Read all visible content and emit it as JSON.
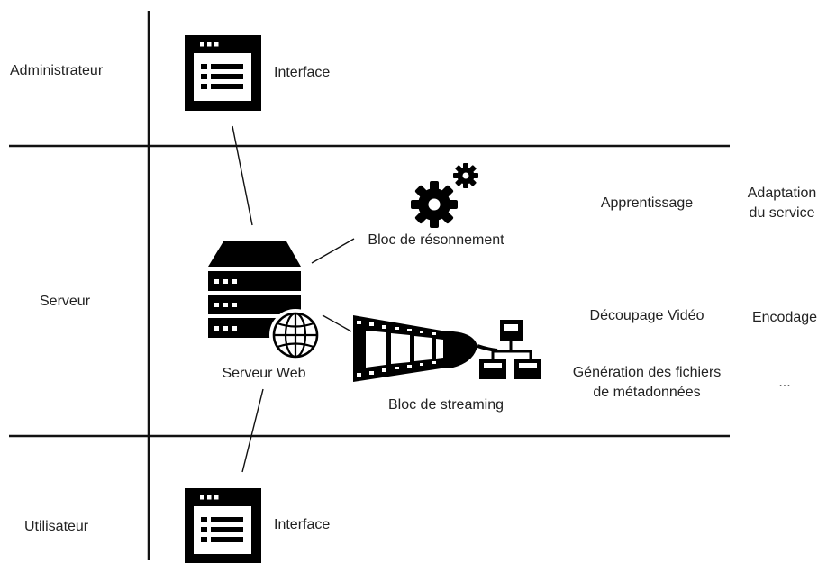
{
  "lanes": {
    "admin": "Administrateur",
    "server": "Serveur",
    "user": "Utilisateur"
  },
  "interfaces": {
    "top": "Interface",
    "bottom": "Interface"
  },
  "blocks": {
    "web_server": "Serveur Web",
    "reasoning": "Bloc de résonnement",
    "streaming": "Bloc de streaming"
  },
  "functions": {
    "learning": "Apprentissage",
    "adaptation_line1": "Adaptation",
    "adaptation_line2": "du service",
    "video_cutting": "Découpage Vidéo",
    "encoding": "Encodage",
    "metadata_line1": "Génération des fichiers",
    "metadata_line2": "de métadonnées",
    "more": "..."
  },
  "icons": [
    "window-interface-icon",
    "gears-icon",
    "server-rack-icon",
    "globe-icon",
    "film-strip-icon",
    "network-hierarchy-icon"
  ]
}
